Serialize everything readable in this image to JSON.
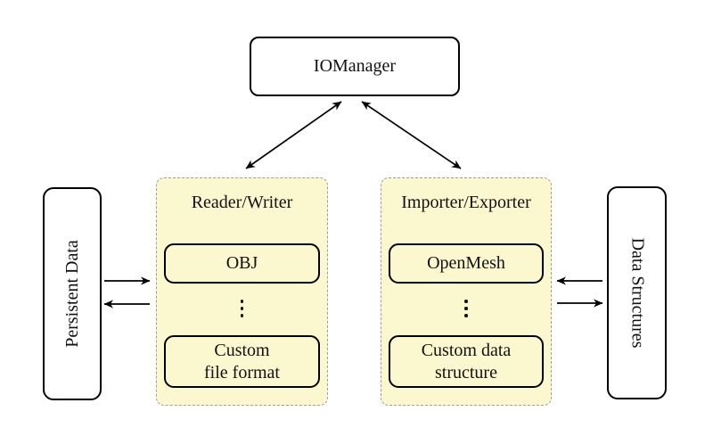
{
  "colors": {
    "background": "#ffffff",
    "panel_fill": "#fbf7ce",
    "panel_border": "#9e9e9e",
    "node_border": "#000000",
    "text": "#111111",
    "arrow": "#000000"
  },
  "icons": {
    "continuation": "vertical-ellipsis"
  },
  "nodes": {
    "iomanager": {
      "label": "IOManager"
    },
    "persistent_data": {
      "label": "Persistent Data"
    },
    "data_structures": {
      "label": "Data Structures"
    },
    "reader_writer": {
      "header": "Reader/Writer",
      "items": [
        {
          "label": "OBJ"
        },
        {
          "label": "Custom\nfile format"
        }
      ]
    },
    "importer_exporter": {
      "header": "Importer/Exporter",
      "items": [
        {
          "label": "OpenMesh"
        },
        {
          "label": "Custom data\nstructure"
        }
      ]
    }
  }
}
